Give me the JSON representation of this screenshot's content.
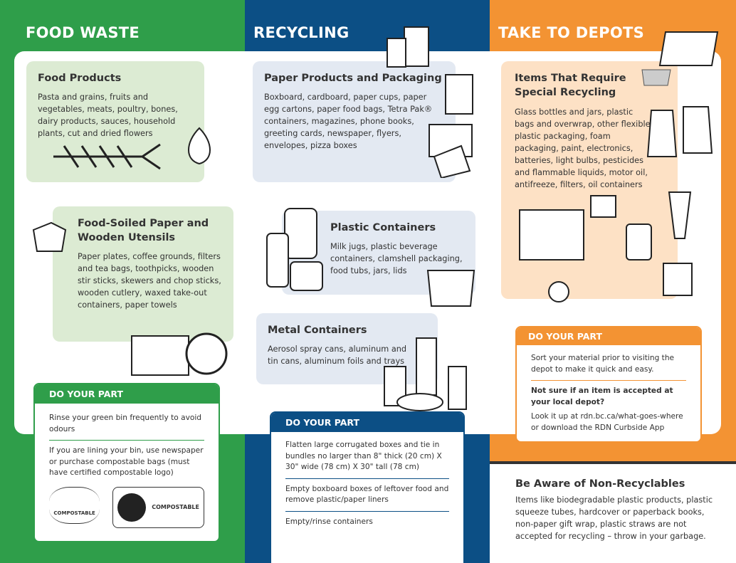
{
  "columns": [
    {
      "title": "FOOD WASTE",
      "color": "#2f9e4a"
    },
    {
      "title": "RECYCLING",
      "color": "#0c4f85"
    },
    {
      "title": "TAKE TO DEPOTS",
      "color": "#f39333"
    }
  ],
  "food_waste": {
    "food_products": {
      "title": "Food Products",
      "text": "Pasta and grains, fruits and vegetables, meats, poultry, bones, dairy products, sauces, household plants, cut and dried flowers"
    },
    "food_soiled": {
      "title": "Food-Soiled Paper and Wooden Utensils",
      "text": "Paper plates, coffee grounds, filters and tea bags, toothpicks, wooden stir sticks, skewers and chop sticks, wooden cutlery, waxed take-out containers, paper towels"
    },
    "do_your_part": {
      "title": "DO YOUR PART",
      "items": [
        "Rinse your green bin frequently to avoid odours",
        "If you are lining your bin, use newspaper or purchase compostable bags (must have certified compostable logo)"
      ],
      "logos": [
        "COMPOSTABLE",
        "COMPOSTABLE"
      ]
    }
  },
  "recycling": {
    "paper": {
      "title": "Paper Products and Packaging",
      "text": "Boxboard, cardboard, paper cups, paper egg cartons, paper food bags, Tetra Pak® containers, magazines, phone books, greeting cards, newspaper, flyers, envelopes, pizza boxes"
    },
    "plastic": {
      "title": "Plastic Containers",
      "text": "Milk jugs, plastic beverage containers, clamshell packaging, food tubs, jars, lids"
    },
    "metal": {
      "title": "Metal Containers",
      "text": "Aerosol spray cans, aluminum and tin cans, aluminum foils and trays"
    },
    "do_your_part": {
      "title": "DO YOUR PART",
      "items": [
        "Flatten large corrugated boxes and tie in bundles no larger than 8\" thick (20 cm) X 30\" wide (78 cm) X 30\" tall (78 cm)",
        "Empty boxboard boxes of leftover food and remove plastic/paper liners",
        "Empty/rinse containers"
      ]
    }
  },
  "depots": {
    "special": {
      "title": "Items That Require Special Recycling",
      "text": "Glass bottles and jars, plastic bags and overwrap, other flexible plastic packaging, foam packaging, paint, electronics, batteries, light bulbs, pesticides and flammable liquids, motor oil, antifreeze, filters, oil containers"
    },
    "do_your_part": {
      "title": "DO YOUR PART",
      "items": [
        "Sort your material prior to visiting the depot to make it quick and easy.",
        "Not sure if an item is accepted at your local depot?",
        "Look it up at rdn.bc.ca/what-goes-where or download the RDN Curbside App"
      ]
    }
  },
  "non_recyclables": {
    "title": "Be Aware of Non-Recyclables",
    "text": "Items like biodegradable plastic products, plastic squeeze tubes, hardcover or paperback books, non-paper gift wrap, plastic straws are not accepted for recycling – throw in your garbage."
  }
}
